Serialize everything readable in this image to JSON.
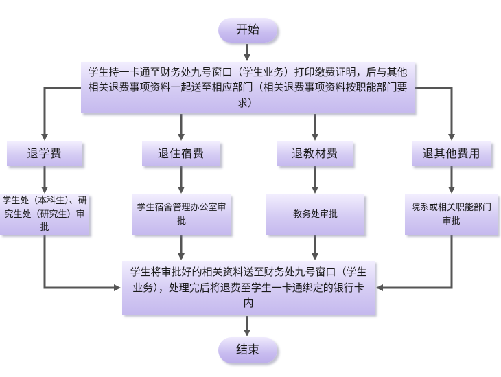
{
  "flowchart": {
    "start": "开始",
    "end": "结束",
    "step1": "学生持一卡通至财务处九号窗口（学生业务）打印缴费证明，后与其他相关退费事项资料一起送至相应部门（相关退费事项资料按职能部门要求）",
    "categories": [
      "退学费",
      "退住宿费",
      "退教材费",
      "退其他费用"
    ],
    "approvals": [
      "学生处（本科生）、研究生处（研究生）审批",
      "学生宿舍管理办公室审批",
      "教务处审批",
      "院系或相关职能部门审批"
    ],
    "final_step": "学生将审批好的相关资料送至财务处九号窗口（学生业务），处理完后将退费至学生一卡通绑定的银行卡内"
  },
  "colors": {
    "node_fill_top": "#f2eefe",
    "node_fill_bottom": "#c5b9ee",
    "connector": "#555555"
  }
}
